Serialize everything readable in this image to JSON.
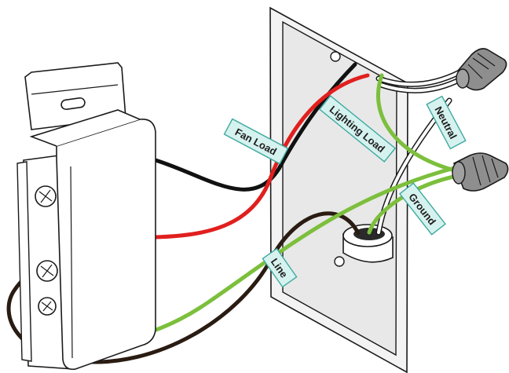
{
  "labels": {
    "fan_load": "Fan Load",
    "lighting_load": "Lighting Load",
    "neutral": "Neutral",
    "ground": "Ground",
    "line": "Line"
  },
  "colors": {
    "label_fill": "#d6f2ef",
    "label_border": "#3fa99f",
    "outline": "#1a1a1a",
    "wire_black": "#111111",
    "wire_red": "#e0201e",
    "wire_green": "#7cbf3c",
    "wire_white": "#ffffff",
    "wire_brown": "#2a1c12",
    "wall_box": "#f2f2f2",
    "wire_nut": "#8e8e8e",
    "switch_body": "#ffffff"
  }
}
